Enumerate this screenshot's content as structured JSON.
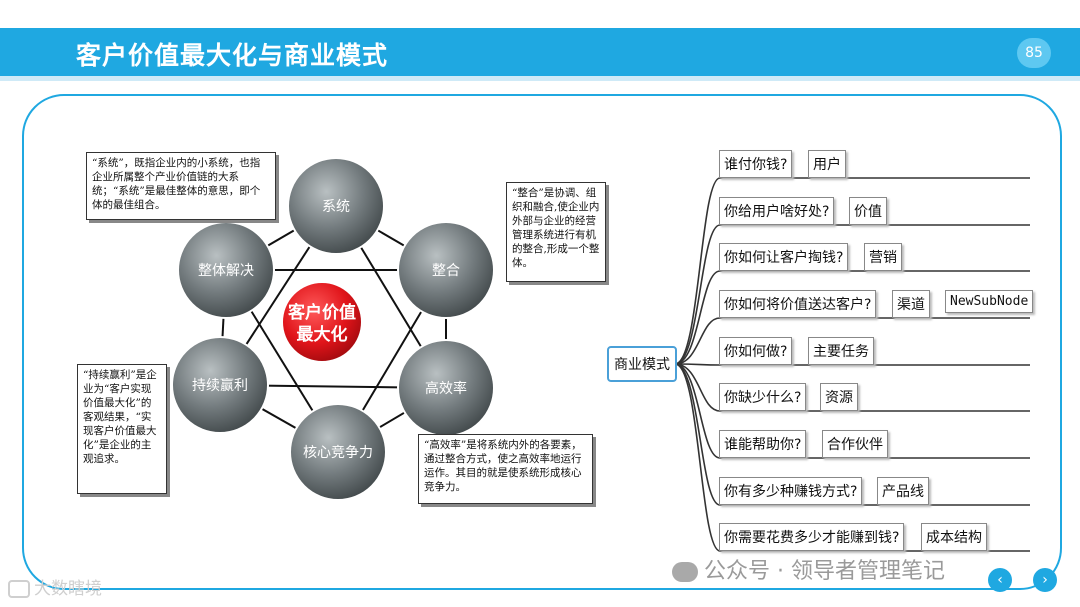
{
  "header": {
    "title": "客户价值最大化与商业模式",
    "page_number": "85"
  },
  "left_diagram": {
    "center": "客户价值最大化",
    "center_lines": [
      "客户价值",
      "最大化"
    ],
    "nodes": [
      "系统",
      "整合",
      "高效率",
      "核心竞争力",
      "持续赢利",
      "整体解决"
    ],
    "notes": {
      "system": "“系统”，既指企业内的小系统，也指企业所属整个产业价值链的大系统；“系统”是最佳整体的意思，即个体的最佳组合。",
      "integration": "“整合”是协调、组织和融合,使企业内外部与企业的经营管理系统进行有机的整合,形成一个整体。",
      "profit": "“持续赢利”是企业为“客户实现价值最大化”的客观结果，“实现客户价值最大化”是企业的主观追求。",
      "efficiency": "“高效率”是将系统内外的各要素，通过整合方式，使之高效率地运行运作。其目的就是使系统形成核心竞争力。"
    }
  },
  "mindmap": {
    "root": "商业模式",
    "branches": [
      {
        "question": "谁付你钱?",
        "answer": "用户"
      },
      {
        "question": "你给用户啥好处?",
        "answer": "价值"
      },
      {
        "question": "你如何让客户掏钱?",
        "answer": "营销"
      },
      {
        "question": "你如何将价值送达客户?",
        "answer": "渠道",
        "extra": "NewSubNode"
      },
      {
        "question": "你如何做?",
        "answer": "主要任务"
      },
      {
        "question": "你缺少什么?",
        "answer": "资源"
      },
      {
        "question": "谁能帮助你?",
        "answer": "合作伙伴"
      },
      {
        "question": "你有多少种赚钱方式?",
        "answer": "产品线"
      },
      {
        "question": "你需要花费多少才能赚到钱?",
        "answer": "成本结构"
      }
    ]
  },
  "watermarks": {
    "wechat": "公众号 · 领导者管理笔记",
    "corner": "大数瞎境"
  },
  "nav": {
    "prev": "‹",
    "next": "›"
  },
  "colors": {
    "accent": "#1fa8e1",
    "center_node": "#e0141a",
    "node_gray": "#6d7578"
  }
}
